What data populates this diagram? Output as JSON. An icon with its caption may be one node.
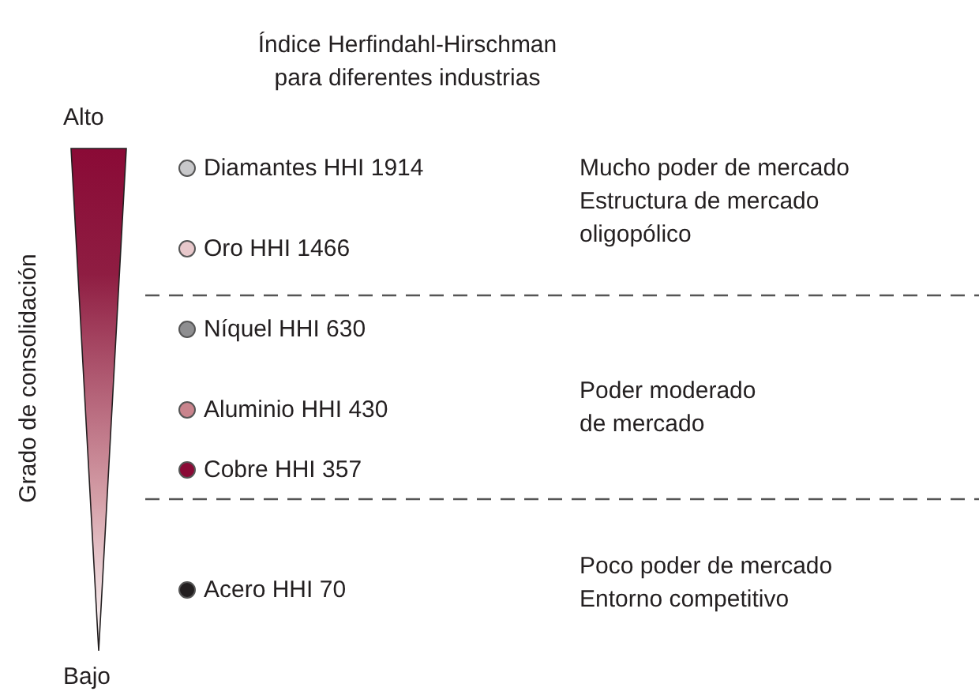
{
  "diagram": {
    "title": "Índice Herfindahl-Hirschman para diferentes industrias",
    "nodes": [
      {
        "text": [],
        "shape": "triangle"
      }
    ],
    "labels": [
      "Alto",
      "Grado de consolidación",
      "Mucho poder de mercado",
      "Estructura de mercado oligopólico",
      "Poder moderado de mercado",
      "Poco poder de mercado",
      "Entorno competitivo",
      "Bajo"
    ],
    "legend": [
      {
        "text": "Diamantes HHI 1914",
        "color": "#c8c8ca"
      },
      {
        "text": "Oro HHI 1466",
        "color": "#e8c8cb"
      },
      {
        "text": "Níquel HHI 630",
        "color": "#8e8e90"
      },
      {
        "text": "Aluminio HHI 430",
        "color": "#c9848d"
      },
      {
        "text": "Cobre HHI 357",
        "color": "#8a0a36"
      },
      {
        "text": "Acero HHI 70",
        "color": "#231f20"
      }
    ]
  }
}
